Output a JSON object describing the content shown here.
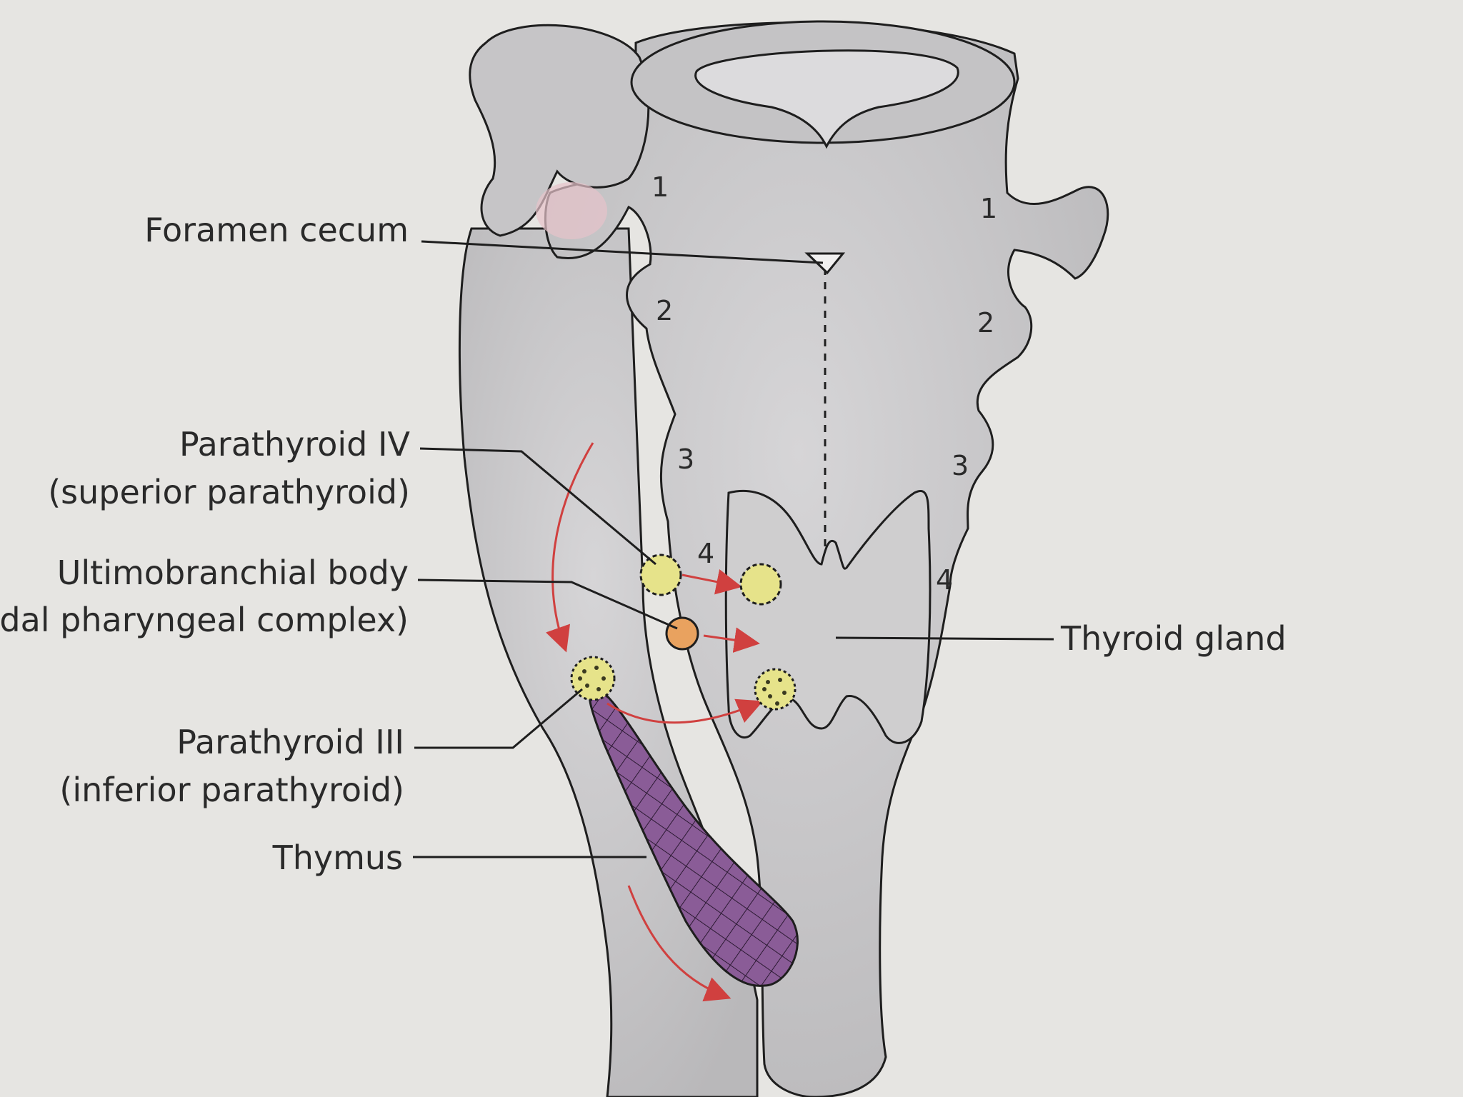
{
  "labels": {
    "foramen_cecum": "Foramen cecum",
    "parathyroid_iv": "Parathyroid IV",
    "parathyroid_iv_sub": "(superior parathyroid)",
    "ultimobranchial": "Ultimobranchial body",
    "ultimobranchial_sub": "(caudal pharyngeal complex)",
    "parathyroid_iii": "Parathyroid III",
    "parathyroid_iii_sub": "(inferior parathyroid)",
    "thymus": "Thymus",
    "thyroid_gland": "Thyroid gland"
  },
  "pouch_numbers": {
    "left": [
      "1",
      "2",
      "3",
      "4"
    ],
    "right": [
      "1",
      "2",
      "3",
      "4"
    ]
  },
  "colors": {
    "pharynx_fill": "#c9c8c9",
    "outline": "#1e1e1e",
    "thymus_fill": "#8a5c97",
    "parathyroid_fill": "#e6e38a",
    "ultimobranchial_fill": "#e9a25f",
    "arrow": "#d0403f",
    "pouch_pink": "#e7c3cb"
  },
  "icons": {
    "foramen": "triangle-marker-icon",
    "thymus_pattern": "crosshatch-pattern"
  }
}
